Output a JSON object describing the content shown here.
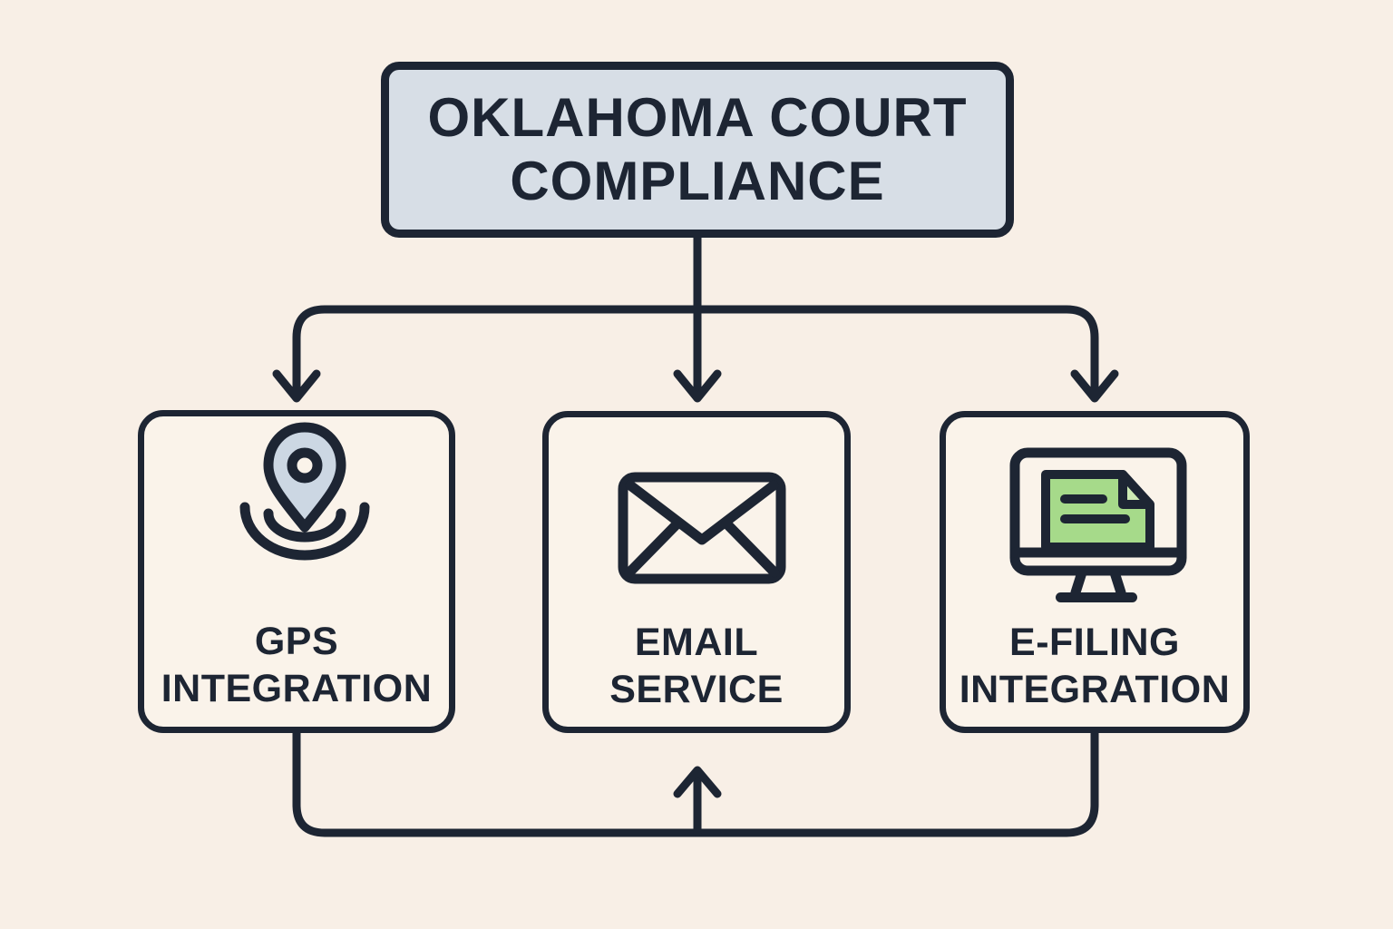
{
  "diagram": {
    "type": "flowchart",
    "title": {
      "text": "OKLAHOMA COURT COMPLIANCE",
      "lines": [
        "OKLAHOMA COURT",
        "COMPLIANCE"
      ]
    },
    "nodes": [
      {
        "id": "gps-integration",
        "icon": "location-pin-icon",
        "label": "GPS INTEGRATION",
        "lines": [
          "GPS",
          "INTEGRATION"
        ]
      },
      {
        "id": "email-service",
        "icon": "envelope-icon",
        "label": "EMAIL SERVICE",
        "lines": [
          "EMAIL",
          "SERVICE"
        ]
      },
      {
        "id": "e-filing-integration",
        "icon": "monitor-document-icon",
        "label": "E-FILING INTEGRATION",
        "lines": [
          "E-FILING",
          "INTEGRATION"
        ]
      }
    ],
    "connections": [
      {
        "from": "oklahoma-court-compliance",
        "to": "gps-integration",
        "arrow": "down"
      },
      {
        "from": "oklahoma-court-compliance",
        "to": "email-service",
        "arrow": "down"
      },
      {
        "from": "oklahoma-court-compliance",
        "to": "e-filing-integration",
        "arrow": "down"
      },
      {
        "from": "gps-integration",
        "to": "email-service",
        "arrow": "up"
      },
      {
        "from": "e-filing-integration",
        "to": "email-service",
        "arrow": "up"
      }
    ]
  },
  "colors": {
    "background": "#f8efe6",
    "node_fill": "#faf3ea",
    "title_fill": "#d7dee6",
    "outline": "#1d2533",
    "pin_fill": "#ccd7e3",
    "doc_green": "#a6da8a",
    "doc_green_light": "#cdeab3"
  }
}
